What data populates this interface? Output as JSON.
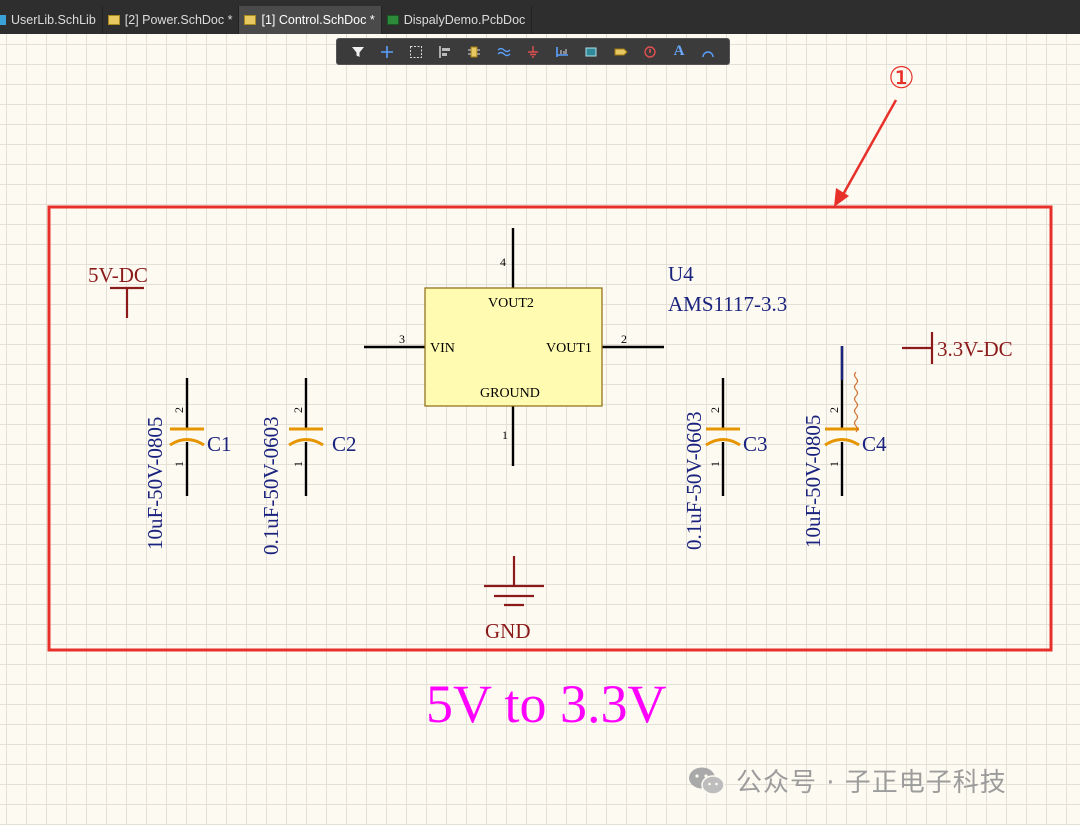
{
  "tabs": [
    {
      "label": "UserLib.SchLib",
      "active": false,
      "icon": "schlib-icon"
    },
    {
      "label": "[2] Power.SchDoc *",
      "active": false,
      "icon": "schdoc-icon"
    },
    {
      "label": "[1] Control.SchDoc *",
      "active": true,
      "icon": "schdoc-icon"
    },
    {
      "label": "DispalyDemo.PcbDoc",
      "active": false,
      "icon": "pcbdoc-icon"
    }
  ],
  "toolbar": {
    "tools": [
      "filter-icon",
      "cross-icon",
      "select-rect-icon",
      "align-icon",
      "part-icon",
      "wire-icon",
      "ground-icon",
      "bus-icon",
      "sheet-symbol-icon",
      "port-icon",
      "no-erc-icon",
      "text-icon",
      "arc-icon"
    ],
    "text_tool_glyph": "A"
  },
  "annotation": {
    "marker": "①",
    "color": "#e8302a"
  },
  "schematic": {
    "net_5v": "5V-DC",
    "net_3v3": "3.3V-DC",
    "net_gnd": "GND",
    "regulator": {
      "designator": "U4",
      "comment": "AMS1117-3.3",
      "pin_vout2": "VOUT2",
      "pin_vin": "VIN",
      "pin_vout1": "VOUT1",
      "pin_ground": "GROUND",
      "pin4": "4",
      "pin3": "3",
      "pin2": "2",
      "pin1": "1"
    },
    "capacitors": [
      {
        "designator": "C1",
        "value": "10uF-50V-0805",
        "pin_top": "2",
        "pin_bottom": "1"
      },
      {
        "designator": "C2",
        "value": "0.1uF-50V-0603",
        "pin_top": "2",
        "pin_bottom": "1"
      },
      {
        "designator": "C3",
        "value": "0.1uF-50V-0603",
        "pin_top": "2",
        "pin_bottom": "1"
      },
      {
        "designator": "C4",
        "value": "10uF-50V-0805",
        "pin_top": "2",
        "pin_bottom": "1"
      }
    ],
    "title_note": "5V to 3.3V",
    "colors": {
      "net": "#8b1a1a",
      "label": "#1a237e",
      "wire": "#000000",
      "body": "#fffbb0",
      "cap": "#e69500",
      "title": "#ff00ff"
    }
  },
  "watermark": {
    "text": "公众号 · 子正电子科技"
  }
}
